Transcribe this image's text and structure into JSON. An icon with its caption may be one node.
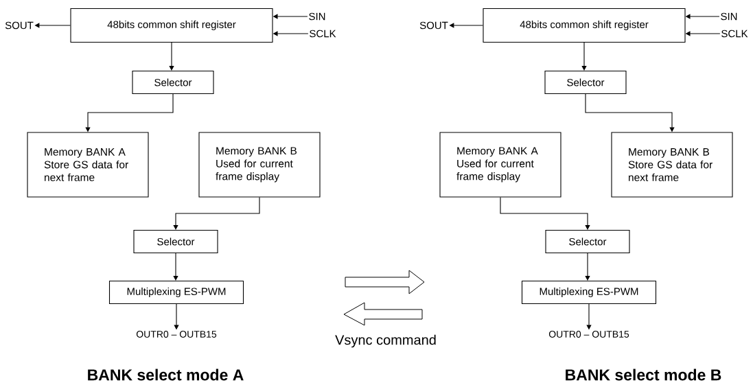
{
  "diagram": {
    "nodes": [
      {
        "text": [
          "48bits common shift register"
        ]
      },
      {
        "text": [
          "SOUT"
        ]
      },
      {
        "text": [
          "SIN"
        ]
      },
      {
        "text": [
          "SCLK"
        ]
      },
      {
        "text": [
          "Selector"
        ]
      },
      {
        "text": [
          "Memory BANK A Store GS data for next frame"
        ]
      },
      {
        "text": [
          "Memory BANK B Used for current frame display"
        ]
      },
      {
        "text": [
          "Selector"
        ]
      },
      {
        "text": [
          "Multiplexing ES-PWM"
        ]
      },
      {
        "text": [
          "OUTR0 – OUTB15"
        ]
      },
      {
        "text": [
          "48bits common shift register"
        ]
      },
      {
        "text": [
          "SOUT"
        ]
      },
      {
        "text": [
          "SIN"
        ]
      },
      {
        "text": [
          "SCLK"
        ]
      },
      {
        "text": [
          "Selector"
        ]
      },
      {
        "text": [
          "Memory BANK A Used for current frame display"
        ]
      },
      {
        "text": [
          "Memory BANK B Store GS data for next frame"
        ]
      },
      {
        "text": [
          "Selector"
        ]
      },
      {
        "text": [
          "Multiplexing ES-PWM"
        ]
      },
      {
        "text": [
          "OUTR0 – OUTB15"
        ]
      }
    ],
    "edges": [
      {
        "from": 0,
        "to": 1,
        "arrow": "to"
      },
      {
        "from": 2,
        "to": 0,
        "arrow": "to"
      },
      {
        "from": 3,
        "to": 0,
        "arrow": "to"
      },
      {
        "from": 0,
        "to": 4,
        "arrow": "to"
      },
      {
        "from": 4,
        "to": 5,
        "arrow": "to"
      },
      {
        "from": 6,
        "to": 7,
        "arrow": "to"
      },
      {
        "from": 7,
        "to": 8,
        "arrow": "to"
      },
      {
        "from": 8,
        "to": 9,
        "arrow": "to"
      },
      {
        "from": 10,
        "to": 11,
        "arrow": "to"
      },
      {
        "from": 12,
        "to": 10,
        "arrow": "to"
      },
      {
        "from": 13,
        "to": 10,
        "arrow": "to"
      },
      {
        "from": 10,
        "to": 14,
        "arrow": "to"
      },
      {
        "from": 14,
        "to": 16,
        "arrow": "to"
      },
      {
        "from": 15,
        "to": 17,
        "arrow": "to"
      },
      {
        "from": 17,
        "to": 18,
        "arrow": "to"
      },
      {
        "from": 18,
        "to": 19,
        "arrow": "to"
      }
    ],
    "labels": [
      "Vsync command",
      "BANK select mode A",
      "BANK select mode B"
    ]
  }
}
